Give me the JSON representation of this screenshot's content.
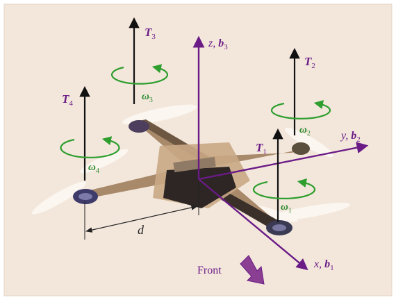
{
  "labels": {
    "thrust": [
      {
        "sym": "T",
        "sub": "1"
      },
      {
        "sym": "T",
        "sub": "2"
      },
      {
        "sym": "T",
        "sub": "3"
      },
      {
        "sym": "T",
        "sub": "4"
      }
    ],
    "omega": [
      {
        "sym": "ω",
        "sub": "1"
      },
      {
        "sym": "ω",
        "sub": "2"
      },
      {
        "sym": "ω",
        "sub": "3"
      },
      {
        "sym": "ω",
        "sub": "4"
      }
    ],
    "axes": {
      "z": {
        "name": "z, ",
        "basis": "b",
        "sub": "3"
      },
      "y": {
        "name": "y, ",
        "basis": "b",
        "sub": "2"
      },
      "x": {
        "name": "x, ",
        "basis": "b",
        "sub": "1"
      }
    },
    "dimension": "d",
    "front": "Front"
  },
  "colors": {
    "background": "#f3e7dc",
    "axis": "#6a1b86",
    "rotation": "#2e9e2e",
    "thrust_arrow": "#111111",
    "front_arrow": "#8a3f93"
  }
}
